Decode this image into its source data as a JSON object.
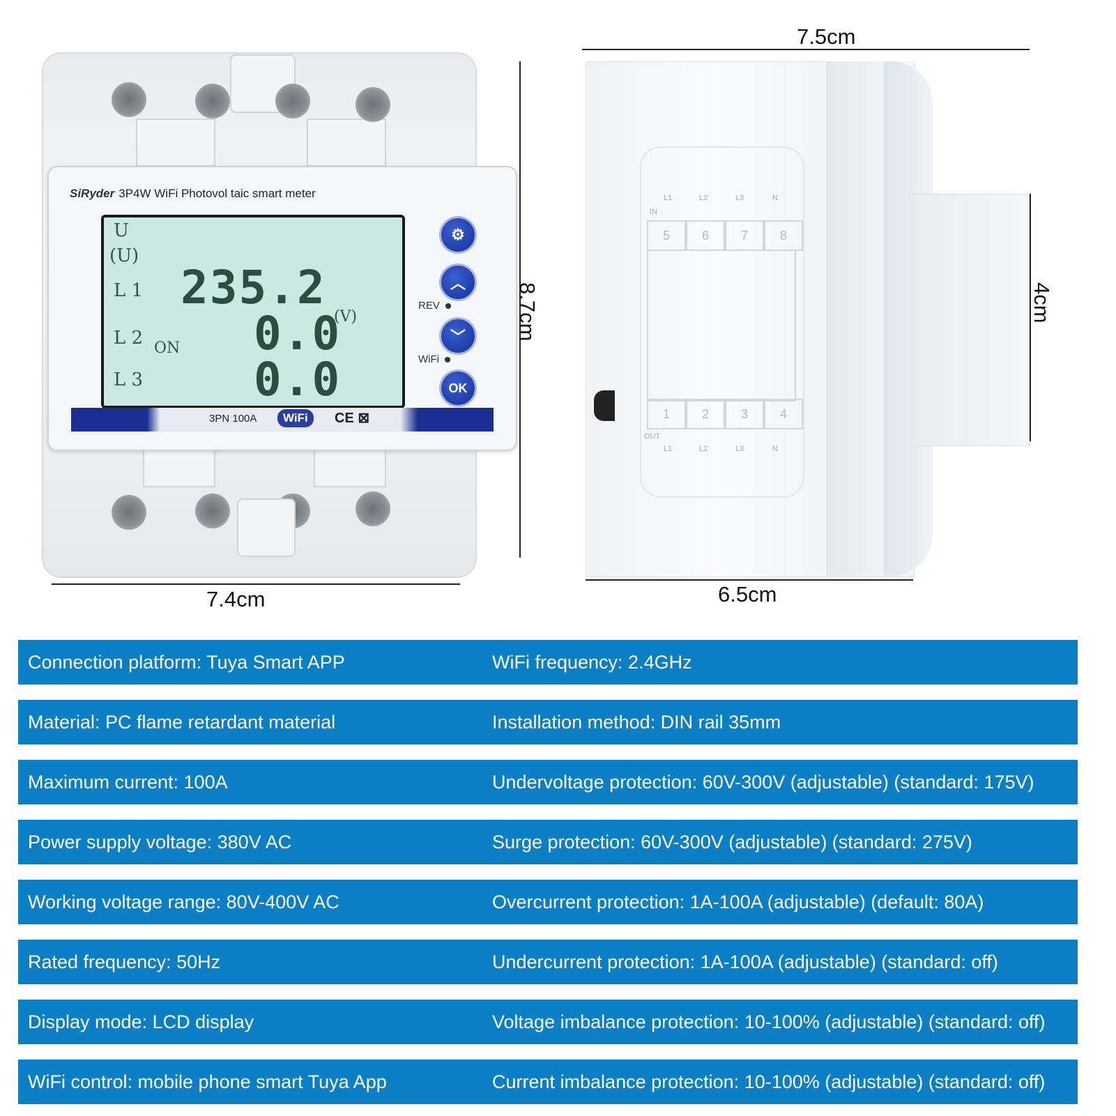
{
  "dimensions": {
    "front_width": "7.4cm",
    "front_height": "8.7cm",
    "side_total_width": "7.5cm",
    "side_body_width": "6.5cm",
    "side_depth": "4cm"
  },
  "meter": {
    "brand": "SiRyder",
    "title": "3P4W WiFi Photovol taic smart meter",
    "rating": "3PN 100A",
    "wifi_badge": "WiFi",
    "cert": "CE ⊠",
    "lcd": {
      "label_u": "U",
      "label_u2": "(U)",
      "label_l1": "L 1",
      "label_l2": "L 2",
      "label_l3": "L 3",
      "label_on": "ON",
      "unit": "(V)",
      "value_l1": "235.2",
      "value_l2": "0.0",
      "value_l3": "0.0"
    },
    "indicator_rev": "REV",
    "indicator_wifi": "WiFi",
    "btn_ok": "OK"
  },
  "side": {
    "top_terminals": [
      "5",
      "6",
      "7",
      "8"
    ],
    "top_labels": [
      "L1",
      "L2",
      "L3",
      "N"
    ],
    "in_label": "IN",
    "bottom_terminals": [
      "1",
      "2",
      "3",
      "4"
    ],
    "bottom_labels": [
      "L1",
      "L2",
      "L3",
      "N"
    ],
    "out_label": "OUT"
  },
  "specs": [
    {
      "left": "Connection platform: Tuya Smart APP",
      "right": "WiFi frequency: 2.4GHz"
    },
    {
      "left": "Material: PC flame retardant material",
      "right": "Installation method: DIN rail 35mm"
    },
    {
      "left": "Maximum current: 100A",
      "right": "Undervoltage protection: 60V-300V (adjustable) (standard: 175V)"
    },
    {
      "left": "Power supply voltage: 380V AC",
      "right": "Surge protection: 60V-300V (adjustable) (standard: 275V)"
    },
    {
      "left": "Working voltage range: 80V-400V AC",
      "right": "Overcurrent protection: 1A-100A (adjustable) (default: 80A)"
    },
    {
      "left": "Rated frequency: 50Hz",
      "right": "Undercurrent protection: 1A-100A (adjustable) (standard: off)"
    },
    {
      "left": "Display mode: LCD display",
      "right": "Voltage imbalance protection: 10-100% (adjustable) (standard: off)"
    },
    {
      "left": "WiFi control: mobile phone smart Tuya App",
      "right": "Current imbalance protection: 10-100% (adjustable) (standard: off)"
    }
  ]
}
